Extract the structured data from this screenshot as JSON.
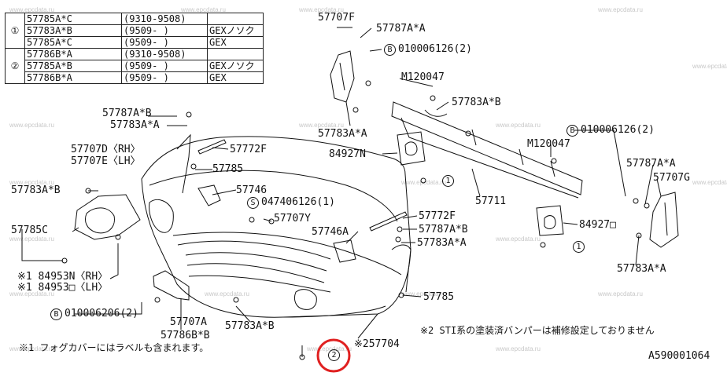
{
  "watermark": "www.epcdata.ru",
  "table": {
    "rows": [
      {
        "group": "",
        "part": "57785A*C",
        "date": "(9310-9508)",
        "note": ""
      },
      {
        "group": "①",
        "part": "57783A*B",
        "date": "(9509-       )",
        "note": "GEXノソク"
      },
      {
        "group": "",
        "part": "57785A*C",
        "date": "(9509-       )",
        "note": "GEX"
      },
      {
        "group": "",
        "part": "57786B*A",
        "date": "(9310-9508)",
        "note": ""
      },
      {
        "group": "②",
        "part": "57785A*B",
        "date": "(9509-       )",
        "note": "GEXノソク"
      },
      {
        "group": "",
        "part": "57786B*A",
        "date": "(9509-       )",
        "note": "GEX"
      }
    ]
  },
  "callouts": {
    "c57707F": "57707F",
    "c57787A_A_top": "57787A*A",
    "b_top_prefix": "B",
    "c010006126_top": "010006126(2)",
    "cM120047_a": "M120047",
    "c57783A_B_right": "57783A*B",
    "c57787A_B_left": "57787A*B",
    "c57783A_A_left": "57783A*A",
    "c57772F_a": "57772F",
    "c57707D": "57707D〈RH〉",
    "c57707E": "57707E〈LH〉",
    "c57785_a": "57785",
    "c57783A_B_left": "57783A*B",
    "c57746": "57746",
    "s_prefix": "S",
    "c047406126": "047406126(1)",
    "c57707Y": "57707Y",
    "c57746A": "57746A",
    "c57772F_b": "57772F",
    "c57787A_B_mid": "57787A*B",
    "c57783A_A_mid": "57783A*A",
    "c57785C": "57785C",
    "c84953N": "※1 84953N〈RH〉",
    "c84953O": "※1 84953□〈LH〉",
    "b_left_prefix": "B",
    "c010006206": "010006206(2)",
    "c57786B_B": "57786B*B",
    "c57707A": "57707A",
    "c57783A_B_bottom": "57783A*B",
    "c57785_b": "57785",
    "c257704": "※257704",
    "c57783A_A_mid2": "57783A*A",
    "c84927N": "84927N",
    "c57711": "57711",
    "cM120047_b": "M120047",
    "b_right_prefix": "B",
    "c010006126_right": "010006126(2)",
    "c57787A_A_right": "57787A*A",
    "c57707G": "57707G",
    "c84927O": "84927□",
    "c57783A_A_right": "57783A*A",
    "circle1_a": "1",
    "circle1_b": "1",
    "circle2": "2",
    "note1": "※1 フォグカバーにはラベルも含まれます。",
    "note2": "※2 STI系の塗装済バンパーは補修設定しておりません",
    "diagram_id": "A590001064"
  },
  "colors": {
    "highlight": "#e02020",
    "line": "#111111",
    "watermark": "#c8c8c8"
  }
}
